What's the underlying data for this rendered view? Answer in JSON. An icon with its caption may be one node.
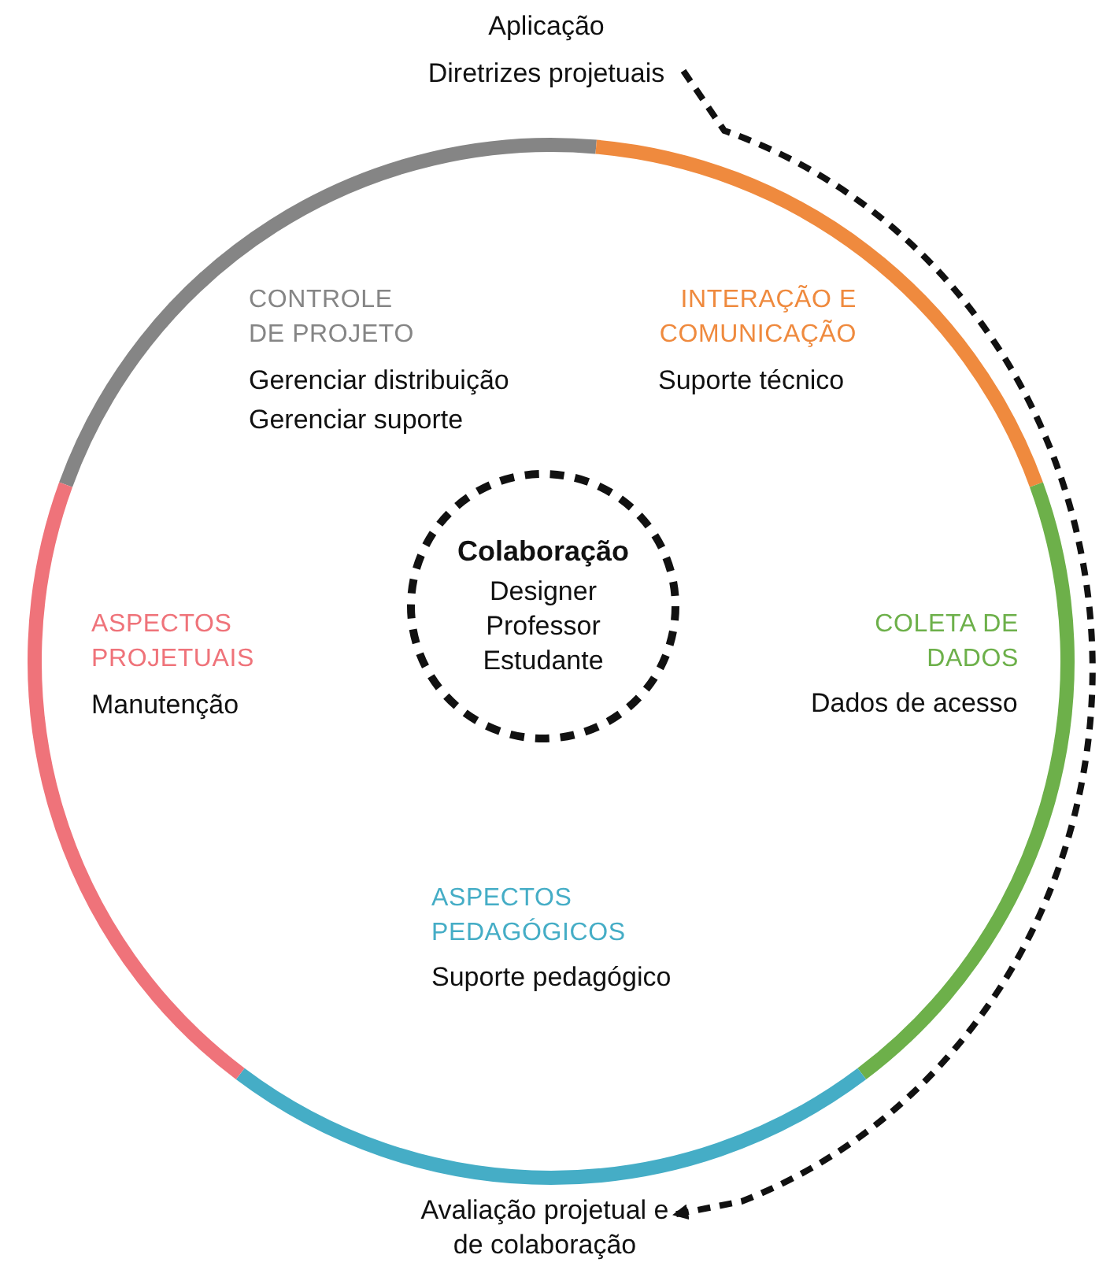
{
  "diagram": {
    "nodes": [
      {
        "text": [
          "Aplicação",
          "Diretrizes projetuais"
        ]
      },
      {
        "text": [
          "Avaliação projetual e de colaboração"
        ]
      },
      {
        "text": [
          "Colaboração",
          "Designer Professor Estudante"
        ]
      }
    ],
    "edges": [
      {
        "from": 0,
        "to": 1,
        "arrow": "to",
        "style": "dashed"
      }
    ],
    "labels": [
      "CONTROLE DE PROJETO",
      "Gerenciar distribuição",
      "Gerenciar suporte",
      "INTERAÇÃO E COMUNICAÇÃO",
      "Suporte técnico",
      "ASPECTOS PROJETUAIS",
      "Manutenção",
      "COLETA DE DADOS",
      "Dados de acesso",
      "ASPECTOS PEDAGÓGICOS",
      "Suporte pedagógico"
    ]
  }
}
